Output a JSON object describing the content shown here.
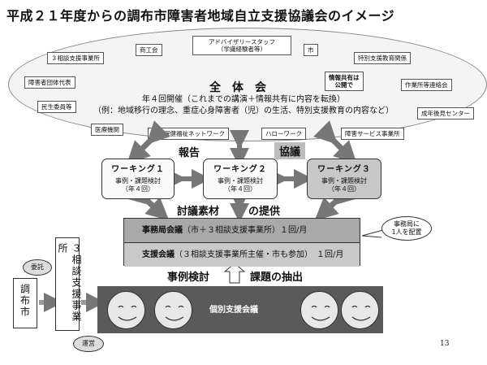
{
  "title": "平成２１年度からの調布市障害者地域自立支援協議会のイメージ",
  "plenary": {
    "title": "全体会",
    "line1": "年４回開催（これまでの講演＋情報共有に内容を転換）",
    "line2": "（例：地域移行の理念、重症心身障害者（児）の生活、特別支援教育の内容など）",
    "public_note_line1": "情報共有は",
    "public_note_line2": "公開で"
  },
  "members": {
    "advisor_line1": "アドバイザリースタッフ",
    "advisor_line2": "（学識経験者等）",
    "commerce": "商工会",
    "city": "市",
    "consult_offices": "３相談支援事業所",
    "special_edu": "特別支援教育関係",
    "disability_groups": "障害者団体代表",
    "work_places": "作業所等連絡会",
    "welfare_commissioners": "民生委員等",
    "guardianship": "成年後見センター",
    "medical": "医療機関",
    "mental_network": "精神保健福祉ネットワーク",
    "hello_work": "ハローワーク",
    "service_providers": "障害サービス事業所"
  },
  "flow": {
    "report": "報告",
    "discussion": "協議",
    "materials": "討議素材",
    "provide": "の提供",
    "case_study": "事例検討",
    "extract": "課題の抽出"
  },
  "working_groups": [
    {
      "title": "ワーキング１",
      "line1": "事例・課題検討",
      "line2": "（年４回）"
    },
    {
      "title": "ワーキング２",
      "line1": "事例・課題検討",
      "line2": "（年４回）"
    },
    {
      "title": "ワーキング３",
      "line1": "事例・課題検討",
      "line2": "（年４回）"
    }
  ],
  "office_meeting": {
    "name": "事務局会議",
    "detail": "（市＋３相談支援事業所）１回/月",
    "note_line1": "事務局に",
    "note_line2": "1人を配置"
  },
  "support_meeting": {
    "name": "支援会議",
    "detail": "（３相談支援事業所主催・市も参加）　１回/月"
  },
  "left": {
    "city": "調布市",
    "consult": "３相談支援事業所",
    "entrust": "委託",
    "operate": "運営"
  },
  "individual_meeting": "個別支援会議",
  "page_number": "13",
  "colors": {
    "ellipse_fill": "#f4f4f4",
    "office_row": "#a9a9a9",
    "support_row": "#c9c9c9",
    "band": "#5a5a5a",
    "wg3_fill": "#c8c8c8",
    "arrow": "#777777"
  }
}
